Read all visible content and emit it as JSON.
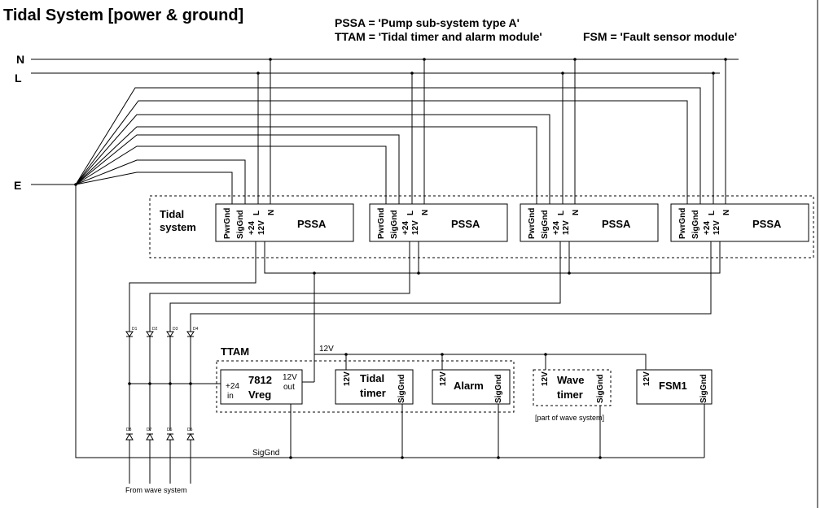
{
  "title": "Tidal System [power & ground]",
  "legend": {
    "pssa": "PSSA = 'Pump sub-system type A'",
    "ttam": "TTAM = 'Tidal timer and alarm module'",
    "fsm": "FSM = 'Fault sensor module'"
  },
  "rails": {
    "n": "N",
    "l": "L",
    "e": "E"
  },
  "tidal_system_label_1": "Tidal",
  "tidal_system_label_2": "system",
  "pssa": {
    "name": "PSSA",
    "pins": {
      "pwrgnd": "PwrGnd",
      "siggnd": "SigGnd",
      "p24": "+24",
      "v12": "12V",
      "l": "L",
      "n": "N"
    }
  },
  "ttam_label": "TTAM",
  "vreg": {
    "pin_in_1": "+24",
    "pin_in_2": "in",
    "name_1": "7812",
    "name_2": "Vreg",
    "pin_out_1": "12V",
    "pin_out_2": "out"
  },
  "tidal_timer": {
    "pin_12v": "12V",
    "name_1": "Tidal",
    "name_2": "timer",
    "pin_gnd": "SigGnd"
  },
  "alarm": {
    "pin_12v": "12V",
    "name": "Alarm",
    "pin_gnd": "SigGnd"
  },
  "wave_timer": {
    "pin_12v": "12V",
    "name_1": "Wave",
    "name_2": "timer",
    "pin_gnd": "SigGnd",
    "note": "[part of wave system]"
  },
  "fsm1": {
    "pin_12v": "12V",
    "name": "FSM1",
    "pin_gnd": "SigGnd"
  },
  "bus_12v": "12V",
  "bus_siggnd": "SigGnd",
  "diodes_top": [
    "D1",
    "D2",
    "D3",
    "D4"
  ],
  "diodes_bottom": [
    "D8",
    "D7",
    "D6",
    "D5"
  ],
  "from_wave": "From wave system"
}
